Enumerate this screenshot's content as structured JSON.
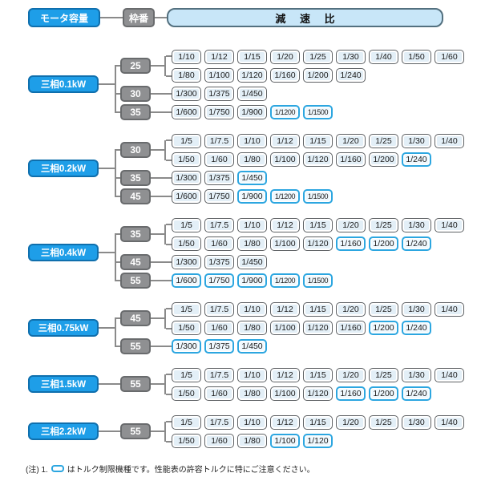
{
  "colors": {
    "motor_box_fill": "#1E9EE8",
    "motor_box_border": "#0F6FAD",
    "frame_box_fill": "#8F9092",
    "ratio_header_fill": "#C8E6F8",
    "ratio_box_fill": "#E3EFF7",
    "ratio_box_border": "#5F6265",
    "torque_border": "#2CA6E0",
    "connector_line": "#8A8A8A"
  },
  "header": {
    "motor_label": "モータ容量",
    "frame_label": "枠番",
    "ratio_label": "減 速 比"
  },
  "tree": {
    "groups": [
      {
        "motor": "三相0.1kW",
        "frames": [
          {
            "frame_no": "25",
            "rows": [
              [
                "1/10",
                "1/12",
                "1/15",
                "1/20",
                "1/25",
                "1/30",
                "1/40",
                "1/50",
                "1/60"
              ],
              [
                "1/80",
                "1/100",
                "1/120",
                "1/160",
                "1/200",
                "1/240"
              ]
            ]
          },
          {
            "frame_no": "30",
            "rows": [
              [
                "1/300",
                "1/375",
                "1/450"
              ]
            ]
          },
          {
            "frame_no": "35",
            "rows": [
              [
                "1/600",
                "1/750",
                "1/900",
                {
                  "label": "1/1200",
                  "torque_limited": true
                },
                {
                  "label": "1/1500",
                  "torque_limited": true
                }
              ]
            ]
          }
        ]
      },
      {
        "motor": "三相0.2kW",
        "frames": [
          {
            "frame_no": "30",
            "rows": [
              [
                "1/5",
                "1/7.5",
                "1/10",
                "1/12",
                "1/15",
                "1/20",
                "1/25",
                "1/30",
                "1/40"
              ],
              [
                "1/50",
                "1/60",
                "1/80",
                "1/100",
                "1/120",
                "1/160",
                "1/200",
                {
                  "label": "1/240",
                  "torque_limited": true
                }
              ]
            ]
          },
          {
            "frame_no": "35",
            "rows": [
              [
                "1/300",
                "1/375",
                {
                  "label": "1/450",
                  "torque_limited": true
                }
              ]
            ]
          },
          {
            "frame_no": "45",
            "rows": [
              [
                "1/600",
                "1/750",
                {
                  "label": "1/900",
                  "torque_limited": true
                },
                {
                  "label": "1/1200",
                  "torque_limited": true
                },
                {
                  "label": "1/1500",
                  "torque_limited": true
                }
              ]
            ]
          }
        ]
      },
      {
        "motor": "三相0.4kW",
        "frames": [
          {
            "frame_no": "35",
            "rows": [
              [
                "1/5",
                "1/7.5",
                "1/10",
                "1/12",
                "1/15",
                "1/20",
                "1/25",
                "1/30",
                "1/40"
              ],
              [
                "1/50",
                "1/60",
                "1/80",
                "1/100",
                "1/120",
                {
                  "label": "1/160",
                  "torque_limited": true
                },
                {
                  "label": "1/200",
                  "torque_limited": true
                },
                {
                  "label": "1/240",
                  "torque_limited": true
                }
              ]
            ]
          },
          {
            "frame_no": "45",
            "rows": [
              [
                "1/300",
                "1/375",
                "1/450"
              ]
            ]
          },
          {
            "frame_no": "55",
            "rows": [
              [
                {
                  "label": "1/600",
                  "torque_limited": true
                },
                {
                  "label": "1/750",
                  "torque_limited": true
                },
                {
                  "label": "1/900",
                  "torque_limited": true
                },
                {
                  "label": "1/1200",
                  "torque_limited": true
                },
                {
                  "label": "1/1500",
                  "torque_limited": true
                }
              ]
            ]
          }
        ]
      },
      {
        "motor": "三相0.75kW",
        "frames": [
          {
            "frame_no": "45",
            "rows": [
              [
                "1/5",
                "1/7.5",
                "1/10",
                "1/12",
                "1/15",
                "1/20",
                "1/25",
                "1/30",
                "1/40"
              ],
              [
                "1/50",
                "1/60",
                "1/80",
                "1/100",
                "1/120",
                "1/160",
                {
                  "label": "1/200",
                  "torque_limited": true
                },
                {
                  "label": "1/240",
                  "torque_limited": true
                }
              ]
            ]
          },
          {
            "frame_no": "55",
            "rows": [
              [
                {
                  "label": "1/300",
                  "torque_limited": true
                },
                {
                  "label": "1/375",
                  "torque_limited": true
                },
                {
                  "label": "1/450",
                  "torque_limited": true
                }
              ]
            ]
          }
        ]
      },
      {
        "motor": "三相1.5kW",
        "frames": [
          {
            "frame_no": "55",
            "rows": [
              [
                "1/5",
                "1/7.5",
                "1/10",
                "1/12",
                "1/15",
                "1/20",
                "1/25",
                "1/30",
                "1/40"
              ],
              [
                "1/50",
                "1/60",
                "1/80",
                "1/100",
                "1/120",
                {
                  "label": "1/160",
                  "torque_limited": true
                },
                {
                  "label": "1/200",
                  "torque_limited": true
                },
                {
                  "label": "1/240",
                  "torque_limited": true
                }
              ]
            ]
          }
        ]
      },
      {
        "motor": "三相2.2kW",
        "frames": [
          {
            "frame_no": "55",
            "rows": [
              [
                "1/5",
                "1/7.5",
                "1/10",
                "1/12",
                "1/15",
                "1/20",
                "1/25",
                "1/30",
                "1/40"
              ],
              [
                "1/50",
                "1/60",
                "1/80",
                {
                  "label": "1/100",
                  "torque_limited": true
                },
                {
                  "label": "1/120",
                  "torque_limited": true
                }
              ]
            ]
          }
        ]
      }
    ]
  },
  "footnote": {
    "prefix": "(注) 1.",
    "text": "はトルク制限機種です。性能表の許容トルクに特にご注意ください。"
  }
}
